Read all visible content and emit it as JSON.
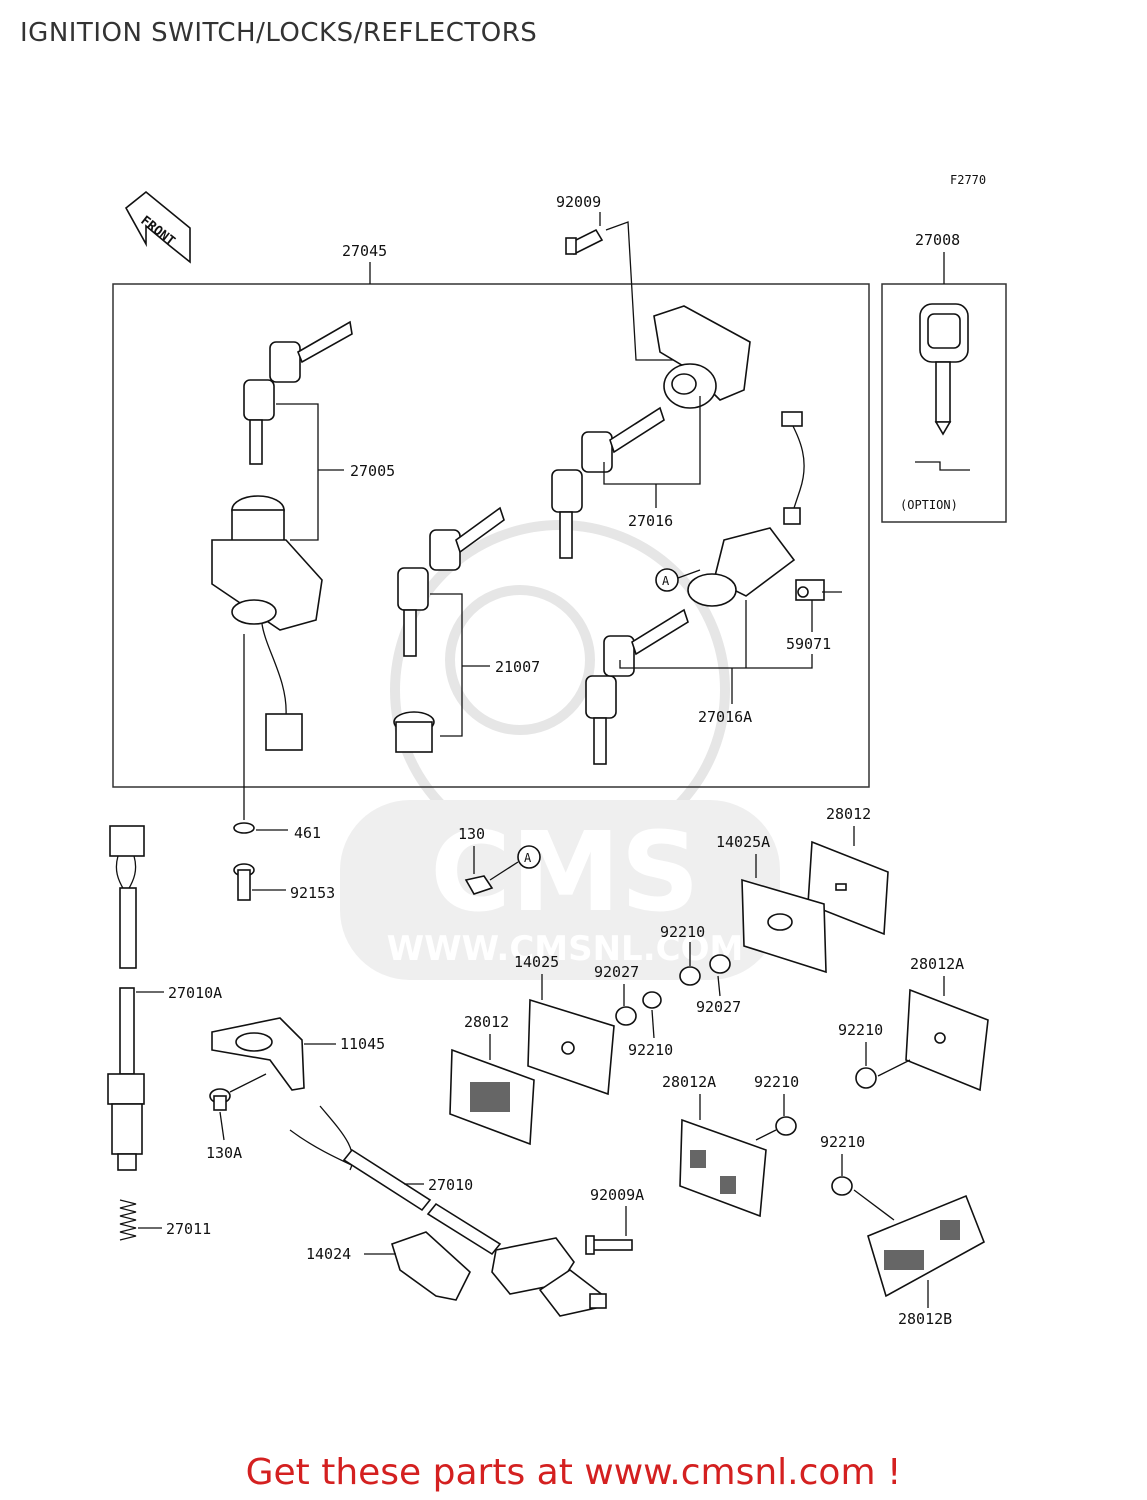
{
  "title": "IGNITION SWITCH/LOCKS/REFLECTORS",
  "figure_code": "F2770",
  "front_label": "FRONT",
  "option_label": "(OPTION)",
  "watermark": {
    "logo": "CMS",
    "url": "WWW.CMSNL.COM"
  },
  "promo": "Get these parts at www.cmsnl.com !",
  "parts": {
    "p92009": "92009",
    "p27045": "27045",
    "p27008": "27008",
    "p27005": "27005",
    "p27016": "27016",
    "p21007": "21007",
    "p59071": "59071",
    "p27016A": "27016A",
    "p461": "461",
    "p130": "130",
    "p92153": "92153",
    "p28012_top": "28012",
    "p14025A": "14025A",
    "p92210_a": "92210",
    "p14025": "14025",
    "p92027_a": "92027",
    "p92027_b": "92027",
    "p28012A_right": "28012A",
    "p27010A": "27010A",
    "p11045": "11045",
    "p28012_mid": "28012",
    "p92210_b": "92210",
    "p92210_c": "92210",
    "p130A": "130A",
    "p28012A_mid": "28012A",
    "p92210_d": "92210",
    "p27010": "27010",
    "p92210_e": "92210",
    "p27011": "27011",
    "p92009A": "92009A",
    "p14024": "14024",
    "p28012B": "28012B"
  },
  "callouts": {
    "a1": "A",
    "a2": "A"
  }
}
